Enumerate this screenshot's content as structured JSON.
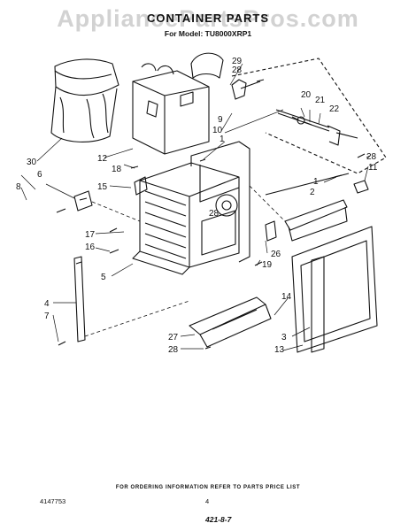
{
  "watermark": "AppliancePartsPros.com",
  "title": "CONTAINER PARTS",
  "model_line": "For Model: TU8000XRP1",
  "footer_note": "FOR ORDERING INFORMATION REFER TO PARTS PRICE LIST",
  "doc_number": "4147753",
  "page_number": "4",
  "doc_code": "421-8-7",
  "callouts": {
    "c29": "29",
    "c28a": "28",
    "c20": "20",
    "c21": "21",
    "c22": "22",
    "c9": "9",
    "c10": "10",
    "c1a": "1",
    "c12": "12",
    "c28b": "28",
    "c11": "11",
    "c30": "30",
    "c6": "6",
    "c8": "8",
    "c18": "18",
    "c15": "15",
    "c1b": "1",
    "c2": "2",
    "c28c": "28",
    "c17": "17",
    "c16": "16",
    "c26": "26",
    "c19": "19",
    "c5": "5",
    "c14": "14",
    "c4": "4",
    "c7": "7",
    "c27": "27",
    "c28d": "28",
    "c3": "3",
    "c13": "13"
  }
}
